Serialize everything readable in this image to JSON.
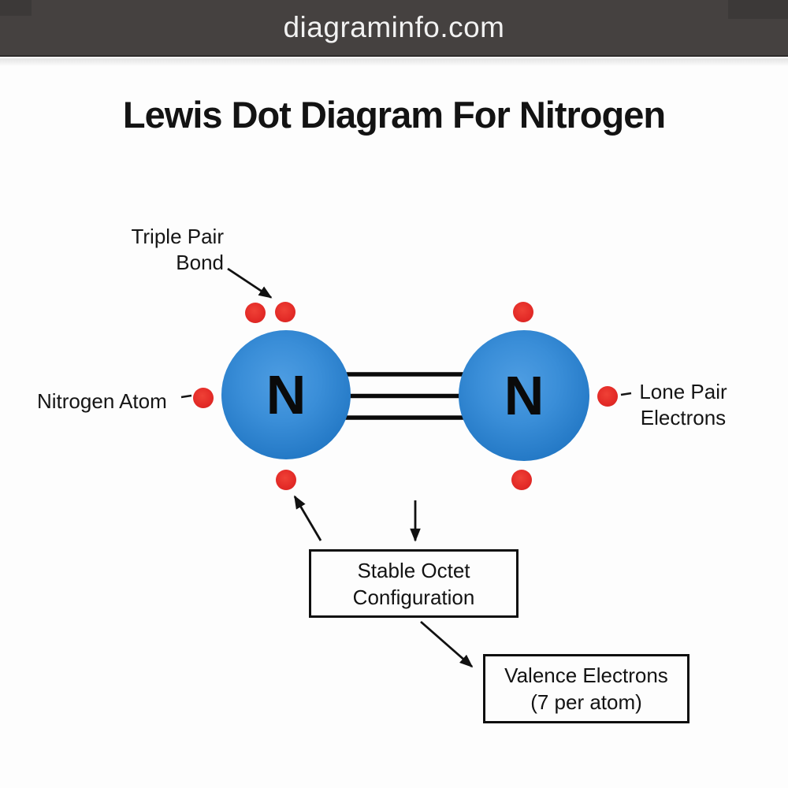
{
  "header": {
    "site_name": "diagraminfo.com",
    "background_color": "#454140",
    "text_color": "#f2f2f2"
  },
  "title": "Lewis Dot Diagram For Nitrogen",
  "diagram": {
    "molecule": "N2",
    "bond": {
      "type": "triple",
      "line_count": 3
    },
    "atoms": [
      {
        "symbol": "N",
        "position": "left",
        "electron_dots": 4
      },
      {
        "symbol": "N",
        "position": "right",
        "electron_dots": 3
      }
    ],
    "colors": {
      "atom_fill_center": "#4e9de2",
      "atom_fill_edge": "#1466ae",
      "electron_dot": "#e42c28",
      "line": "#111111"
    },
    "labels": {
      "triple_bond": {
        "line1": "Triple Pair",
        "line2": "Bond"
      },
      "nitrogen_atom": "Nitrogen Atom",
      "lone_pair": {
        "line1": "Lone Pair",
        "line2": "Electrons"
      },
      "stable_octet": {
        "line1": "Stable Octet",
        "line2": "Configuration"
      },
      "valence": {
        "line1": "Valence Electrons",
        "line2": "(7 per atom)"
      }
    }
  }
}
